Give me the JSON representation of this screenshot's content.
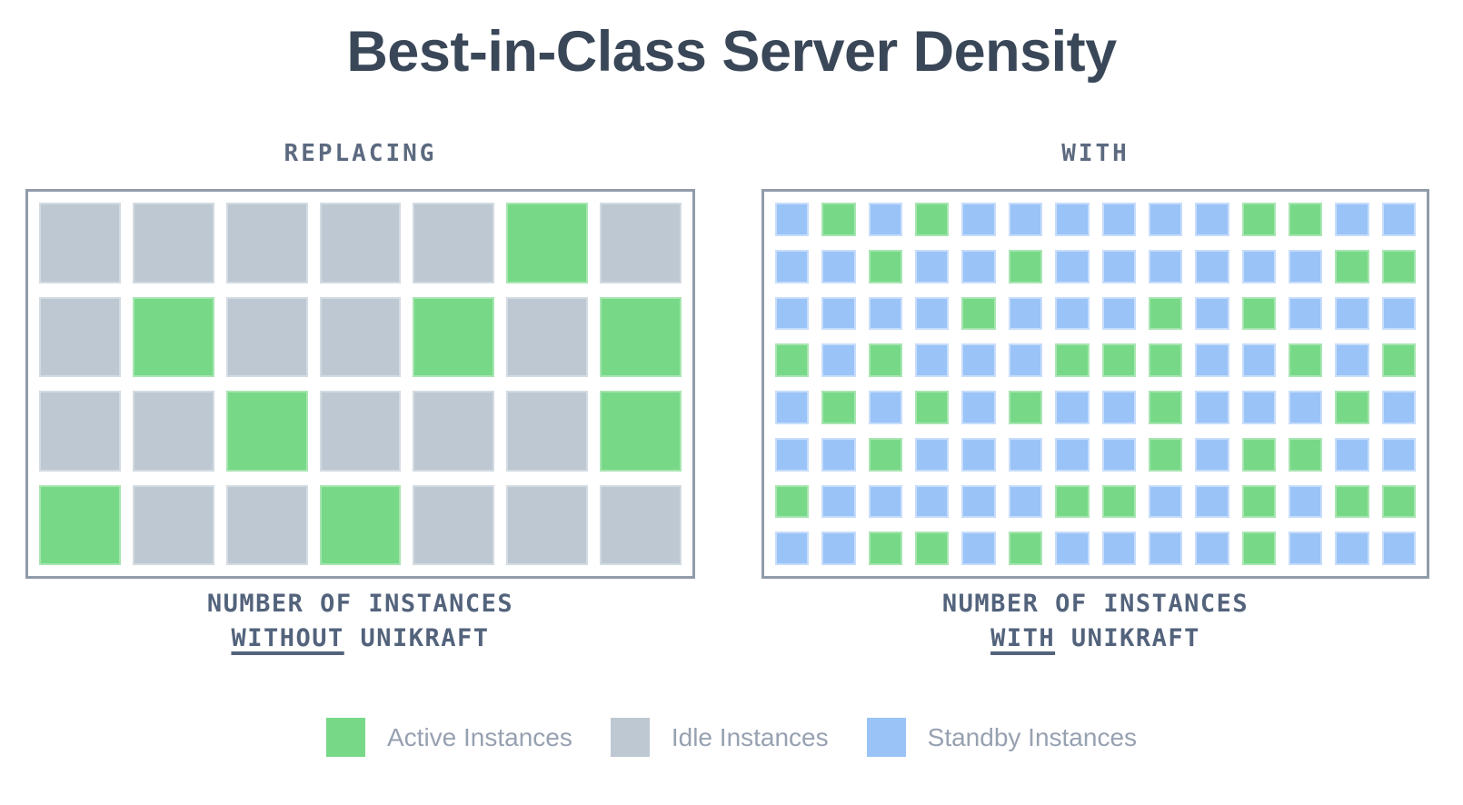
{
  "title": "Best-in-Class Server Density",
  "panels": [
    {
      "header": "REPLACING",
      "caption": {
        "line1": "NUMBER OF INSTANCES",
        "underlined_word": "WITHOUT",
        "after_word": " UNIKRAFT"
      }
    },
    {
      "header": "WITH",
      "caption": {
        "line1": "NUMBER OF INSTANCES",
        "underlined_word": "WITH",
        "after_word": " UNIKRAFT"
      }
    }
  ],
  "legend": {
    "items": [
      {
        "label": "Active Instances",
        "type": "active",
        "color": "#77D988"
      },
      {
        "label": "Idle Instances",
        "type": "idle",
        "color": "#BEC8D2"
      },
      {
        "label": "Standby Instances",
        "type": "standby",
        "color": "#9AC3F7"
      }
    ]
  },
  "colors": {
    "active": "#77D988",
    "idle": "#BEC8D2",
    "standby": "#9AC3F7",
    "panel_border": "#919CAA",
    "title_text": "#3A4758",
    "header_text": "#5C6A80",
    "caption_text": "#53637C",
    "legend_text": "#97A1B1"
  },
  "chart_data": {
    "type": "heatmap",
    "title": "Best-in-Class Server Density",
    "legend": [
      "Active Instances",
      "Idle Instances",
      "Standby Instances"
    ],
    "cell_types": {
      "A": "active",
      "I": "idle",
      "S": "standby"
    },
    "grids": [
      {
        "name": "REPLACING - NUMBER OF INSTANCES WITHOUT UNIKRAFT",
        "columns": 7,
        "rows": 4,
        "counts": {
          "total": 28,
          "active": 8,
          "idle": 20
        },
        "cells": [
          [
            "I",
            "I",
            "I",
            "I",
            "I",
            "A",
            "I"
          ],
          [
            "I",
            "A",
            "I",
            "I",
            "A",
            "I",
            "A"
          ],
          [
            "I",
            "I",
            "A",
            "I",
            "I",
            "I",
            "A"
          ],
          [
            "A",
            "I",
            "I",
            "A",
            "I",
            "I",
            "I"
          ]
        ]
      },
      {
        "name": "WITH - NUMBER OF INSTANCES WITH UNIKRAFT",
        "columns": 14,
        "rows": 8,
        "counts": {
          "total": 112,
          "active": 37,
          "standby": 75
        },
        "cells": [
          [
            "S",
            "A",
            "S",
            "A",
            "S",
            "S",
            "S",
            "S",
            "S",
            "S",
            "A",
            "A",
            "S",
            "S"
          ],
          [
            "S",
            "S",
            "A",
            "S",
            "S",
            "A",
            "S",
            "S",
            "S",
            "S",
            "S",
            "S",
            "A",
            "A"
          ],
          [
            "S",
            "S",
            "S",
            "S",
            "A",
            "S",
            "S",
            "S",
            "A",
            "S",
            "A",
            "S",
            "S",
            "S"
          ],
          [
            "A",
            "S",
            "A",
            "S",
            "S",
            "S",
            "A",
            "A",
            "A",
            "S",
            "S",
            "A",
            "S",
            "A"
          ],
          [
            "S",
            "A",
            "S",
            "A",
            "S",
            "A",
            "S",
            "S",
            "A",
            "S",
            "S",
            "S",
            "A",
            "S"
          ],
          [
            "S",
            "S",
            "A",
            "S",
            "S",
            "S",
            "S",
            "S",
            "A",
            "S",
            "A",
            "A",
            "S",
            "S"
          ],
          [
            "A",
            "S",
            "S",
            "S",
            "S",
            "S",
            "A",
            "A",
            "S",
            "S",
            "A",
            "S",
            "A",
            "A"
          ],
          [
            "S",
            "S",
            "A",
            "A",
            "S",
            "A",
            "S",
            "S",
            "S",
            "S",
            "A",
            "S",
            "S",
            "S"
          ]
        ]
      }
    ]
  }
}
